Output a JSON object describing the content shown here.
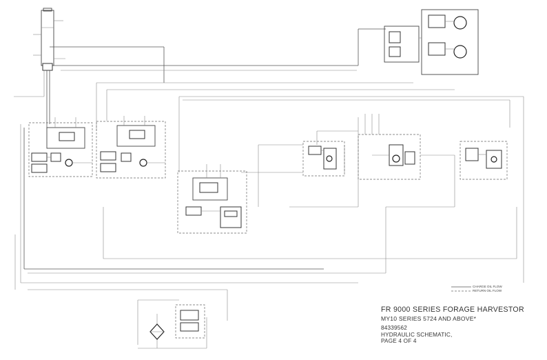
{
  "title_block": {
    "title": "FR 9000 SERIES FORAGE HARVESTOR",
    "subtitle": "MY10 SERIES 5724 AND ABOVE*",
    "part_number": "84339562",
    "description_line1": "HYDRAULIC SCHEMATIC,",
    "description_line2": "PAGE 4 OF 4"
  },
  "legend": {
    "charge_label": "CHARGE OIL FLOW",
    "return_label": "RETURN OIL FLOW"
  }
}
